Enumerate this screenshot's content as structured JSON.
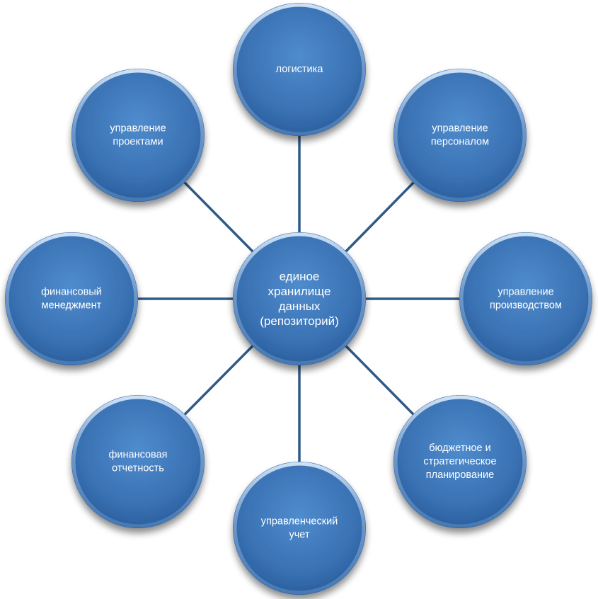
{
  "hub": {
    "lines": [
      "единое",
      "хранилище",
      "данных",
      "(репозиторий)"
    ]
  },
  "nodes": [
    {
      "id": "logistics",
      "lines": [
        "логистика"
      ]
    },
    {
      "id": "hr-management",
      "lines": [
        "управление",
        "персоналом"
      ]
    },
    {
      "id": "production-management",
      "lines": [
        "управление",
        "производством"
      ]
    },
    {
      "id": "budget-planning",
      "lines": [
        "бюджетное и",
        "стратегическое",
        "планирование"
      ]
    },
    {
      "id": "management-accounting",
      "lines": [
        "управленческий",
        "учет"
      ]
    },
    {
      "id": "financial-reporting",
      "lines": [
        "финансовая",
        "отчетность"
      ]
    },
    {
      "id": "financial-management",
      "lines": [
        "финансовый",
        "менеджмент"
      ]
    },
    {
      "id": "project-management",
      "lines": [
        "управление",
        "проектами"
      ]
    }
  ],
  "colors": {
    "circle_fill_light": "#4a86c8",
    "circle_fill_dark": "#2a5f9e",
    "circle_rim": "#6f9bcf",
    "connector": "#2e5a87",
    "text": "#ffffff"
  }
}
